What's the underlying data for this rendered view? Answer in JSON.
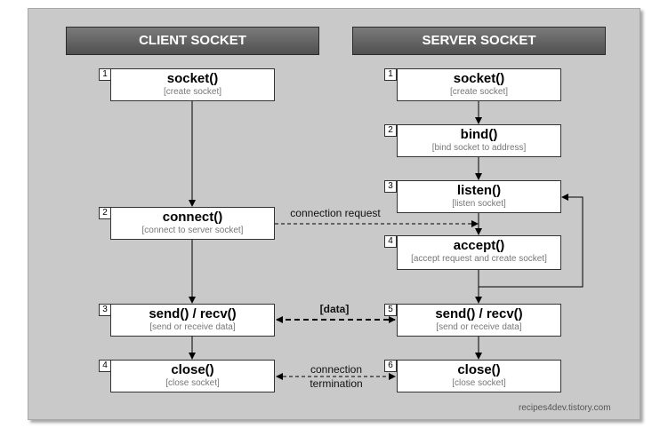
{
  "client": {
    "header": "CLIENT SOCKET",
    "steps": [
      {
        "num": "1",
        "fn": "socket()",
        "desc": "[create socket]"
      },
      {
        "num": "2",
        "fn": "connect()",
        "desc": "[connect to server socket]"
      },
      {
        "num": "3",
        "fn": "send() / recv()",
        "desc": "[send or receive data]"
      },
      {
        "num": "4",
        "fn": "close()",
        "desc": "[close socket]"
      }
    ]
  },
  "server": {
    "header": "SERVER SOCKET",
    "steps": [
      {
        "num": "1",
        "fn": "socket()",
        "desc": "[create socket]"
      },
      {
        "num": "2",
        "fn": "bind()",
        "desc": "[bind socket to address]"
      },
      {
        "num": "3",
        "fn": "listen()",
        "desc": "[listen socket]"
      },
      {
        "num": "4",
        "fn": "accept()",
        "desc": "[accept request and create socket]"
      },
      {
        "num": "5",
        "fn": "send() / recv()",
        "desc": "[send or receive data]"
      },
      {
        "num": "6",
        "fn": "close()",
        "desc": "[close socket]"
      }
    ]
  },
  "links": {
    "connection_request": "connection request",
    "data": "[data]",
    "termination_line1": "connection",
    "termination_line2": "termination"
  },
  "footer": "recipes4dev.tistory.com",
  "colors": {
    "background": "#c9c9c9",
    "header_fill": "#616161",
    "box_fill": "#ffffff",
    "desc_text": "#777777"
  }
}
